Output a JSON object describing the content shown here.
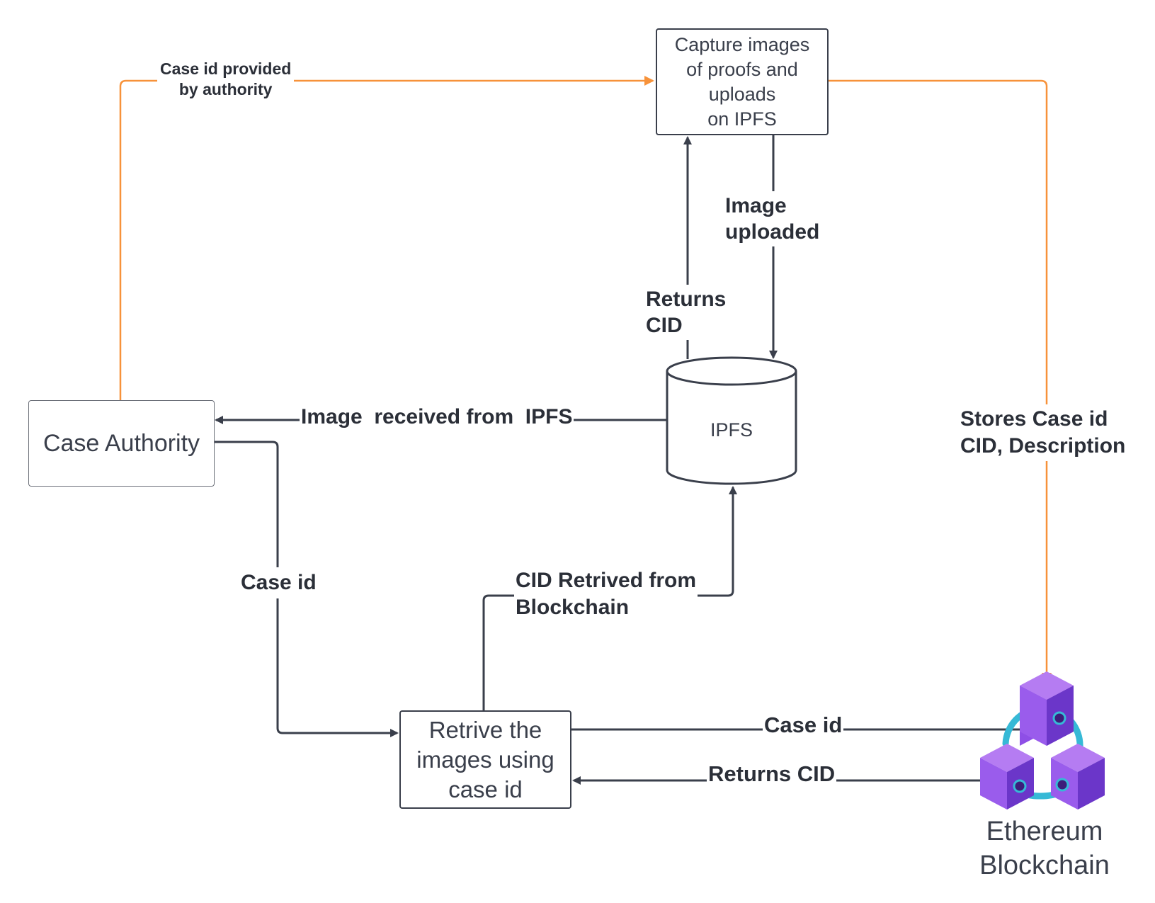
{
  "colors": {
    "orange_flow": "#f7923a",
    "dark_flow": "#3a3f4b",
    "cube_light": "#b57cf2",
    "cube_mid": "#8e4fe6",
    "cube_dark": "#6b36c9",
    "ring": "#36b9d6"
  },
  "nodes": {
    "capture": "Capture images\nof proofs and\nuploads\non IPFS",
    "authority": "Case Authority",
    "retrieve": "Retrive the\nimages using\ncase id",
    "ipfs": "IPFS",
    "ethereum": "Ethereum\nBlockchain"
  },
  "edges": {
    "case_id_provided": "Case id provided\nby authority",
    "image_uploaded": "Image\nuploaded",
    "returns_cid": "Returns\nCID",
    "image_received": "Image  received from  IPFS",
    "stores": "Stores  Case id\nCID, Description",
    "case_id_left": "Case id",
    "cid_retrieved": "CID Retrived from\nBlockchain",
    "case_id_right": "Case id",
    "returns_cid_bottom": "Returns CID"
  },
  "icons": {
    "ethereum": "ethereum-blockchain-cubes-icon",
    "ipfs": "database-cylinder-icon"
  }
}
